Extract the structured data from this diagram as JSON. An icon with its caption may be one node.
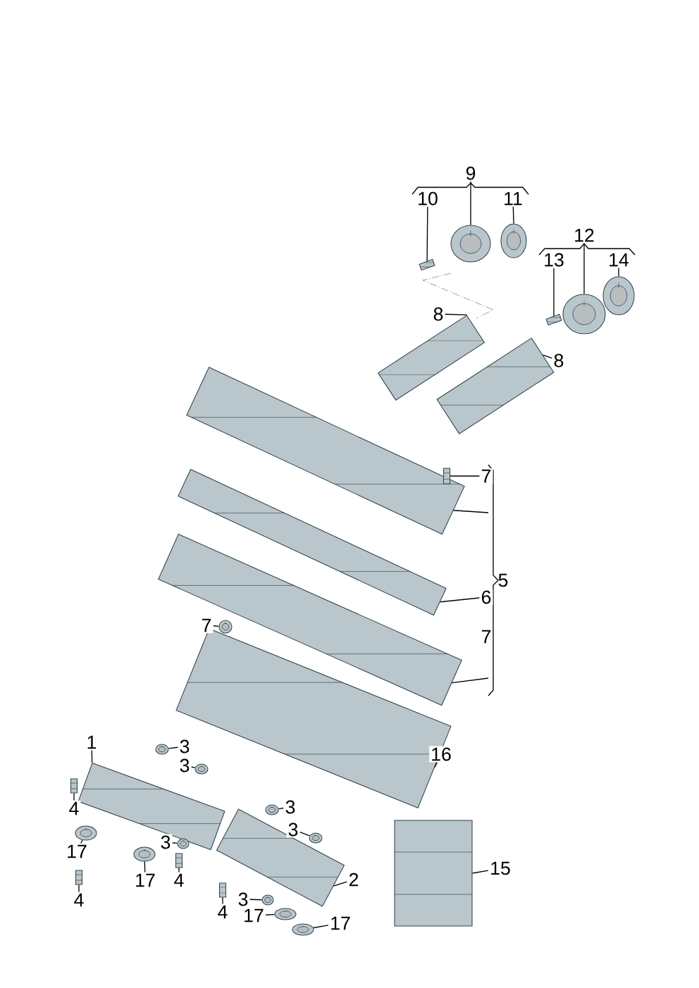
{
  "diagram": {
    "nodes": [
      {
        "text": [
          "9"
        ]
      },
      {
        "text": [],
        "shape": "picture"
      },
      {
        "text": [
          "10"
        ]
      },
      {
        "text": [],
        "shape": "picture"
      },
      {
        "text": [
          "11"
        ]
      },
      {
        "text": [],
        "shape": "picture"
      },
      {
        "text": [
          "12"
        ]
      },
      {
        "text": [],
        "shape": "picture"
      },
      {
        "text": [
          "13"
        ]
      },
      {
        "text": [],
        "shape": "picture"
      },
      {
        "text": [
          "14"
        ]
      },
      {
        "text": [],
        "shape": "picture"
      },
      {
        "text": [
          "8"
        ]
      },
      {
        "text": [],
        "shape": "picture"
      },
      {
        "text": [
          "8"
        ]
      },
      {
        "text": [],
        "shape": "picture"
      },
      {
        "text": [],
        "shape": "picture"
      },
      {
        "text": [
          "7"
        ]
      },
      {
        "text": [],
        "shape": "picture"
      },
      {
        "text": [
          "6"
        ]
      },
      {
        "text": [],
        "shape": "picture"
      },
      {
        "text": [],
        "shape": "picture"
      },
      {
        "text": [
          "7"
        ]
      },
      {
        "text": [],
        "shape": "picture"
      },
      {
        "text": [
          "16"
        ]
      },
      {
        "text": [],
        "shape": "picture"
      },
      {
        "text": [
          "1"
        ]
      },
      {
        "text": [],
        "shape": "picture"
      },
      {
        "text": [
          "3"
        ]
      },
      {
        "text": [],
        "shape": "picture"
      },
      {
        "text": [
          "3"
        ]
      },
      {
        "text": [],
        "shape": "picture"
      },
      {
        "text": [
          "4"
        ]
      },
      {
        "text": [],
        "shape": "picture"
      },
      {
        "text": [
          "17"
        ]
      },
      {
        "text": [],
        "shape": "picture"
      },
      {
        "text": [
          "3"
        ]
      },
      {
        "text": [],
        "shape": "picture"
      },
      {
        "text": [
          "17"
        ]
      },
      {
        "text": [],
        "shape": "picture"
      },
      {
        "text": [
          "4"
        ]
      },
      {
        "text": [],
        "shape": "picture"
      },
      {
        "text": [
          "4"
        ]
      },
      {
        "text": [],
        "shape": "picture"
      },
      {
        "text": [
          "3"
        ]
      },
      {
        "text": [],
        "shape": "picture"
      },
      {
        "text": [
          "3"
        ]
      },
      {
        "text": [],
        "shape": "picture"
      },
      {
        "text": [
          "2"
        ]
      },
      {
        "text": [],
        "shape": "picture"
      },
      {
        "text": [
          "4"
        ]
      },
      {
        "text": [],
        "shape": "picture"
      },
      {
        "text": [
          "3"
        ]
      },
      {
        "text": [],
        "shape": "picture"
      },
      {
        "text": [
          "17"
        ]
      },
      {
        "text": [],
        "shape": "picture"
      },
      {
        "text": [
          "17"
        ]
      },
      {
        "text": [],
        "shape": "picture"
      },
      {
        "text": [
          "15"
        ]
      },
      {
        "text": [],
        "shape": "picture"
      }
    ],
    "edges": [
      {
        "from": 0,
        "to": 1,
        "arrow": "none"
      },
      {
        "from": 2,
        "to": 3,
        "arrow": "none"
      },
      {
        "from": 4,
        "to": 5,
        "arrow": "none"
      },
      {
        "from": 6,
        "to": 7,
        "arrow": "none"
      },
      {
        "from": 8,
        "to": 9,
        "arrow": "none"
      },
      {
        "from": 10,
        "to": 11,
        "arrow": "none"
      },
      {
        "from": 12,
        "to": 13,
        "arrow": "none"
      },
      {
        "from": 14,
        "to": 15,
        "arrow": "none"
      },
      {
        "from": 16,
        "to": null,
        "arrow": "none"
      },
      {
        "from": 17,
        "to": 18,
        "arrow": "none"
      },
      {
        "from": 19,
        "to": 20,
        "arrow": "none"
      },
      {
        "from": 21,
        "to": null,
        "arrow": "none"
      },
      {
        "from": 22,
        "to": 23,
        "arrow": "none"
      },
      {
        "from": 24,
        "to": 25,
        "arrow": "none"
      },
      {
        "from": 26,
        "to": 27,
        "arrow": "none"
      },
      {
        "from": 28,
        "to": 29,
        "arrow": "none"
      },
      {
        "from": 30,
        "to": 31,
        "arrow": "none"
      },
      {
        "from": 32,
        "to": 33,
        "arrow": "none"
      },
      {
        "from": 34,
        "to": 35,
        "arrow": "none"
      },
      {
        "from": 36,
        "to": 37,
        "arrow": "none"
      },
      {
        "from": 38,
        "to": 39,
        "arrow": "none"
      },
      {
        "from": 40,
        "to": 41,
        "arrow": "none"
      },
      {
        "from": 42,
        "to": 43,
        "arrow": "none"
      },
      {
        "from": 44,
        "to": 45,
        "arrow": "none"
      },
      {
        "from": 46,
        "to": 47,
        "arrow": "none"
      },
      {
        "from": 48,
        "to": 49,
        "arrow": "none"
      },
      {
        "from": 50,
        "to": 51,
        "arrow": "none"
      },
      {
        "from": 52,
        "to": 53,
        "arrow": "none"
      },
      {
        "from": 54,
        "to": 55,
        "arrow": "none"
      },
      {
        "from": 56,
        "to": 57,
        "arrow": "none"
      },
      {
        "from": 58,
        "to": 59,
        "arrow": "none"
      }
    ],
    "labels": [
      "5",
      "7"
    ]
  }
}
